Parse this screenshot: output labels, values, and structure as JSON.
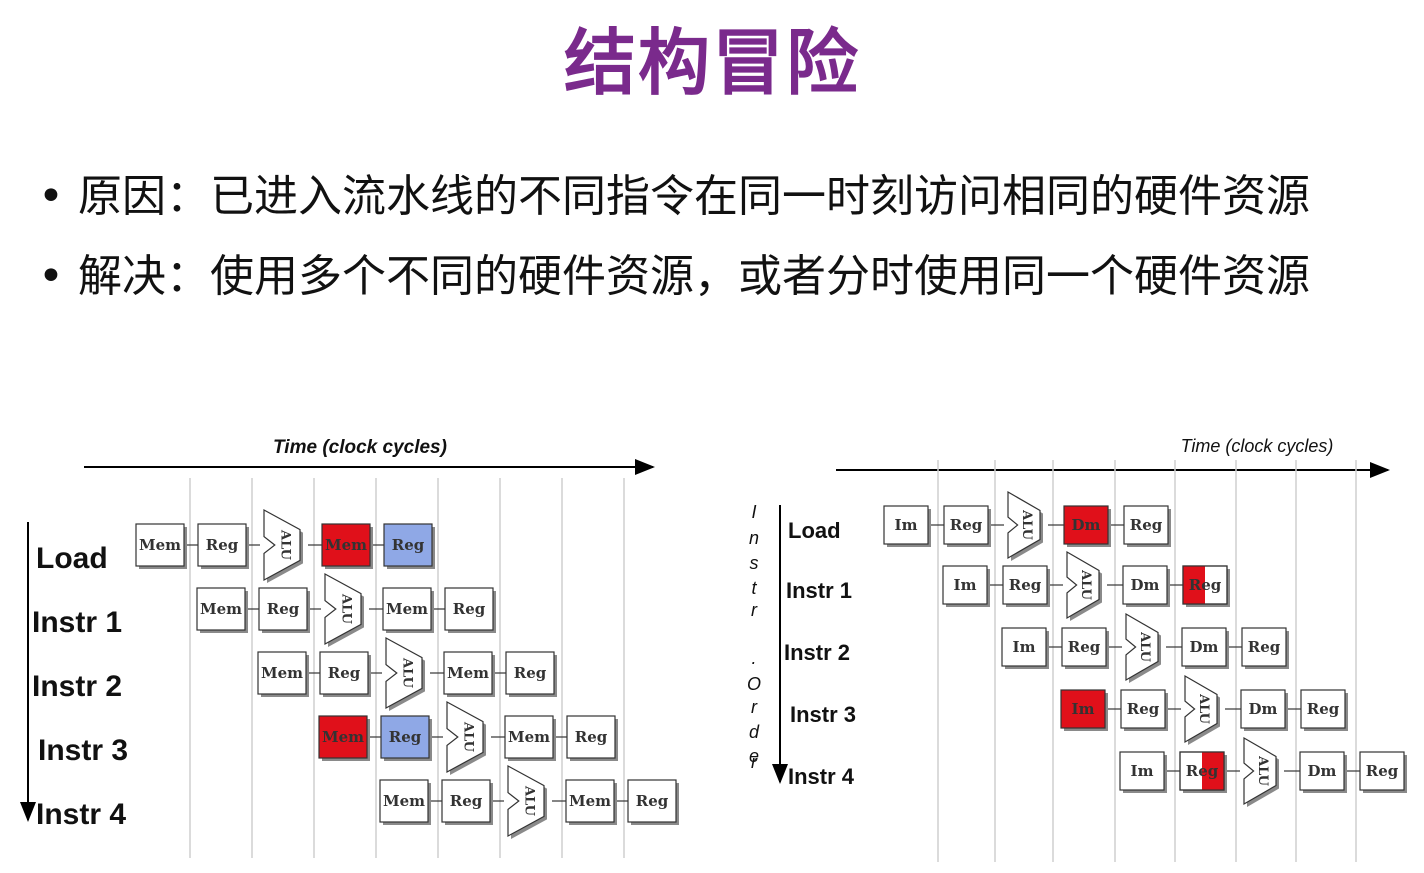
{
  "title": "结构冒险",
  "bullets": [
    {
      "text": "原因：已进入流水线的不同指令在同一时刻访问相同的硬件资源"
    },
    {
      "text": "解决：使用多个不同的硬件资源，或者分时使用同一个硬件资源"
    }
  ],
  "colors": {
    "title": "#7a2a8c",
    "hazard_red": "#e0101a",
    "hazard_blue": "#8fa8e6"
  },
  "left_diagram": {
    "time_label": "Time (clock cycles)",
    "rows": [
      {
        "label": "Load",
        "stages": [
          {
            "t": "Mem"
          },
          {
            "t": "Reg"
          },
          {
            "t": "ALU"
          },
          {
            "t": "Mem",
            "hl": "red"
          },
          {
            "t": "Reg",
            "hl": "blue"
          }
        ]
      },
      {
        "label": "Instr 1",
        "stages": [
          {
            "t": "Mem"
          },
          {
            "t": "Reg"
          },
          {
            "t": "ALU"
          },
          {
            "t": "Mem"
          },
          {
            "t": "Reg"
          }
        ]
      },
      {
        "label": "Instr 2",
        "stages": [
          {
            "t": "Mem"
          },
          {
            "t": "Reg"
          },
          {
            "t": "ALU"
          },
          {
            "t": "Mem"
          },
          {
            "t": "Reg"
          }
        ]
      },
      {
        "label": "Instr 3",
        "stages": [
          {
            "t": "Mem",
            "hl": "red"
          },
          {
            "t": "Reg",
            "hl": "blue"
          },
          {
            "t": "ALU"
          },
          {
            "t": "Mem"
          },
          {
            "t": "Reg"
          }
        ]
      },
      {
        "label": "Instr 4",
        "stages": [
          {
            "t": "Mem"
          },
          {
            "t": "Reg"
          },
          {
            "t": "ALU"
          },
          {
            "t": "Mem"
          },
          {
            "t": "Reg"
          }
        ]
      }
    ]
  },
  "right_diagram": {
    "time_label": "Time (clock cycles)",
    "order_label": "Instr. Order",
    "rows": [
      {
        "label": "Load",
        "stages": [
          {
            "t": "Im"
          },
          {
            "t": "Reg"
          },
          {
            "t": "ALU"
          },
          {
            "t": "Dm",
            "hl": "red"
          },
          {
            "t": "Reg"
          }
        ]
      },
      {
        "label": "Instr 1",
        "stages": [
          {
            "t": "Im"
          },
          {
            "t": "Reg"
          },
          {
            "t": "ALU"
          },
          {
            "t": "Dm"
          },
          {
            "t": "Reg",
            "hl": "half-left"
          }
        ]
      },
      {
        "label": "Instr 2",
        "stages": [
          {
            "t": "Im"
          },
          {
            "t": "Reg"
          },
          {
            "t": "ALU"
          },
          {
            "t": "Dm"
          },
          {
            "t": "Reg"
          }
        ]
      },
      {
        "label": "Instr 3",
        "stages": [
          {
            "t": "Im",
            "hl": "red"
          },
          {
            "t": "Reg"
          },
          {
            "t": "ALU"
          },
          {
            "t": "Dm"
          },
          {
            "t": "Reg"
          }
        ]
      },
      {
        "label": "Instr 4",
        "stages": [
          {
            "t": "Im"
          },
          {
            "t": "Reg",
            "hl": "half-right"
          },
          {
            "t": "ALU"
          },
          {
            "t": "Dm"
          },
          {
            "t": "Reg"
          }
        ]
      }
    ]
  }
}
